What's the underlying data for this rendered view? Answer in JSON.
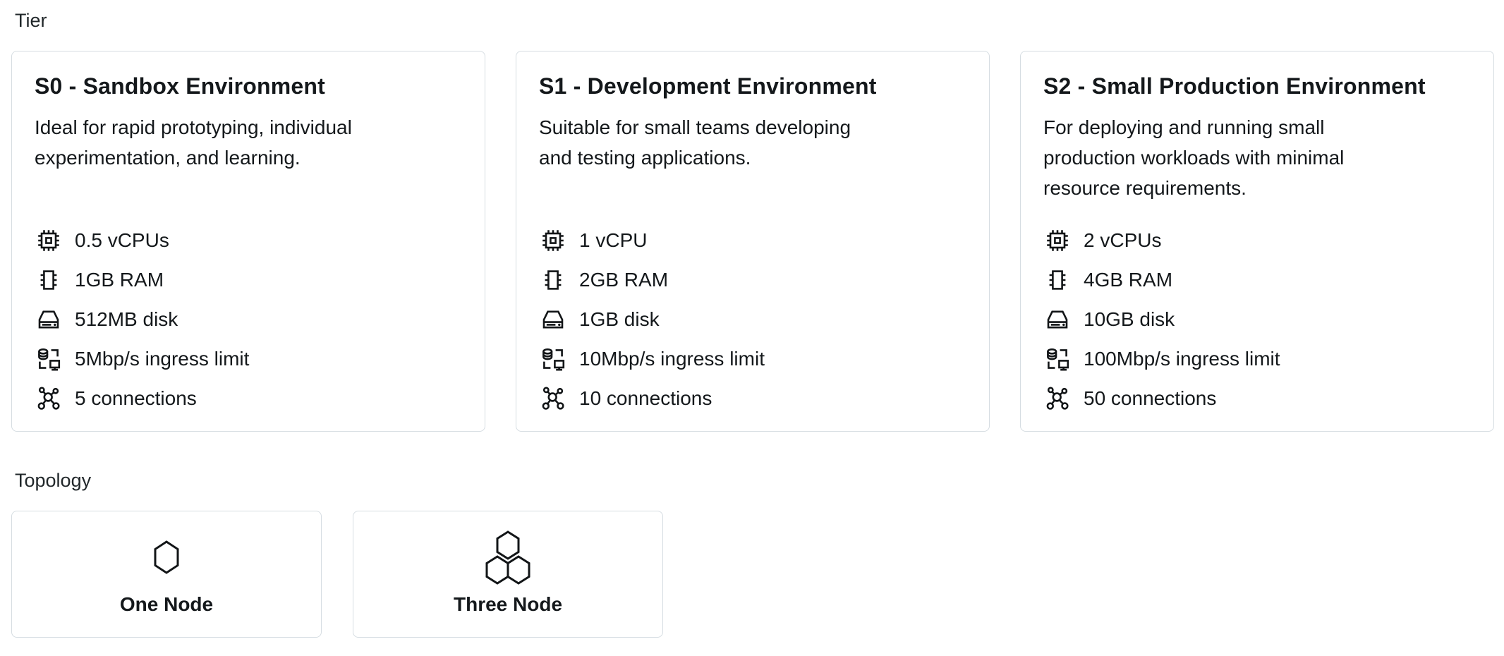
{
  "colors": {
    "background": "#ffffff",
    "card_border": "#d6dde2",
    "text": "#14181b",
    "section_label_text": "#21272a",
    "icon_stroke": "#121517"
  },
  "tier": {
    "label": "Tier",
    "cards": [
      {
        "id": "s0",
        "title": "S0 - Sandbox Environment",
        "description": "Ideal for rapid prototyping, individual\nexperimentation, and learning.",
        "specs": [
          {
            "icon": "chip-icon",
            "label": "0.5 vCPUs"
          },
          {
            "icon": "ram-icon",
            "label": "1GB RAM"
          },
          {
            "icon": "disk-icon",
            "label": "512MB disk"
          },
          {
            "icon": "ingress-icon",
            "label": "5Mbp/s ingress limit"
          },
          {
            "icon": "connections-icon",
            "label": "5 connections"
          }
        ]
      },
      {
        "id": "s1",
        "title": "S1 - Development Environment",
        "description": "Suitable for small teams developing\nand testing applications.",
        "specs": [
          {
            "icon": "chip-icon",
            "label": "1 vCPU"
          },
          {
            "icon": "ram-icon",
            "label": "2GB RAM"
          },
          {
            "icon": "disk-icon",
            "label": "1GB disk"
          },
          {
            "icon": "ingress-icon",
            "label": "10Mbp/s ingress limit"
          },
          {
            "icon": "connections-icon",
            "label": "10 connections"
          }
        ]
      },
      {
        "id": "s2",
        "title": "S2 - Small Production Environment",
        "description": "For deploying and running small\nproduction workloads with minimal\nresource requirements.",
        "specs": [
          {
            "icon": "chip-icon",
            "label": "2 vCPUs"
          },
          {
            "icon": "ram-icon",
            "label": "4GB RAM"
          },
          {
            "icon": "disk-icon",
            "label": "10GB disk"
          },
          {
            "icon": "ingress-icon",
            "label": "100Mbp/s ingress limit"
          },
          {
            "icon": "connections-icon",
            "label": "50 connections"
          }
        ]
      }
    ]
  },
  "topology": {
    "label": "Topology",
    "options": [
      {
        "id": "one-node",
        "label": "One Node",
        "icon": "one-node-hexagon-icon"
      },
      {
        "id": "three-node",
        "label": "Three Node",
        "icon": "three-node-hexagon-cluster-icon"
      }
    ]
  }
}
